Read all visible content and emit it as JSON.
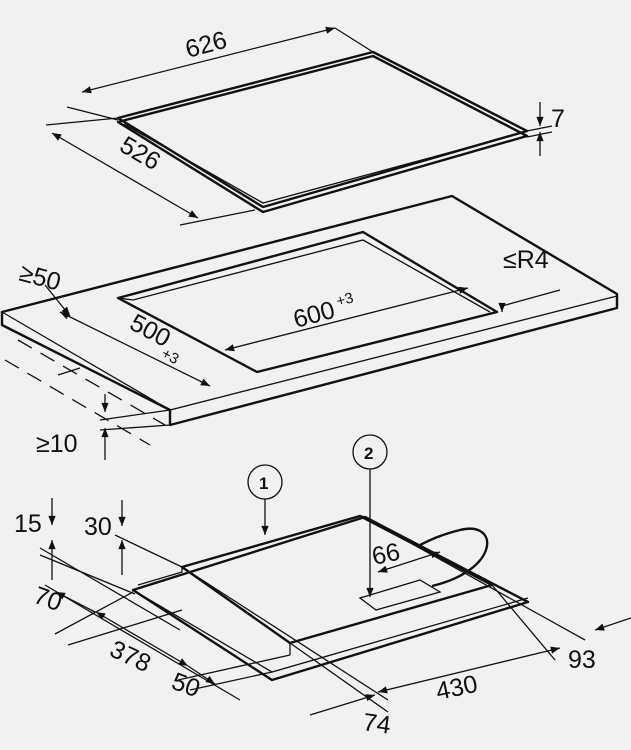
{
  "colors": {
    "background": "#f1f1f1",
    "surface": "#e6e6e6",
    "cutout": "#ffffff",
    "line": "#111111"
  },
  "hob": {
    "width": "626",
    "depth": "526",
    "thickness": "7"
  },
  "cutout": {
    "min_front_distance": "≥50",
    "depth": "500",
    "depth_tol": "+3",
    "width": "600",
    "width_tol": "+3",
    "corner_radius": "≤R4",
    "min_worktop_thickness": "≥10"
  },
  "underside": {
    "callouts": [
      "1",
      "2"
    ],
    "dims": {
      "d15": "15",
      "d30": "30",
      "d70": "70",
      "d378": "378",
      "d50": "50",
      "d74": "74",
      "d430": "430",
      "d93": "93",
      "d66": "66"
    }
  }
}
